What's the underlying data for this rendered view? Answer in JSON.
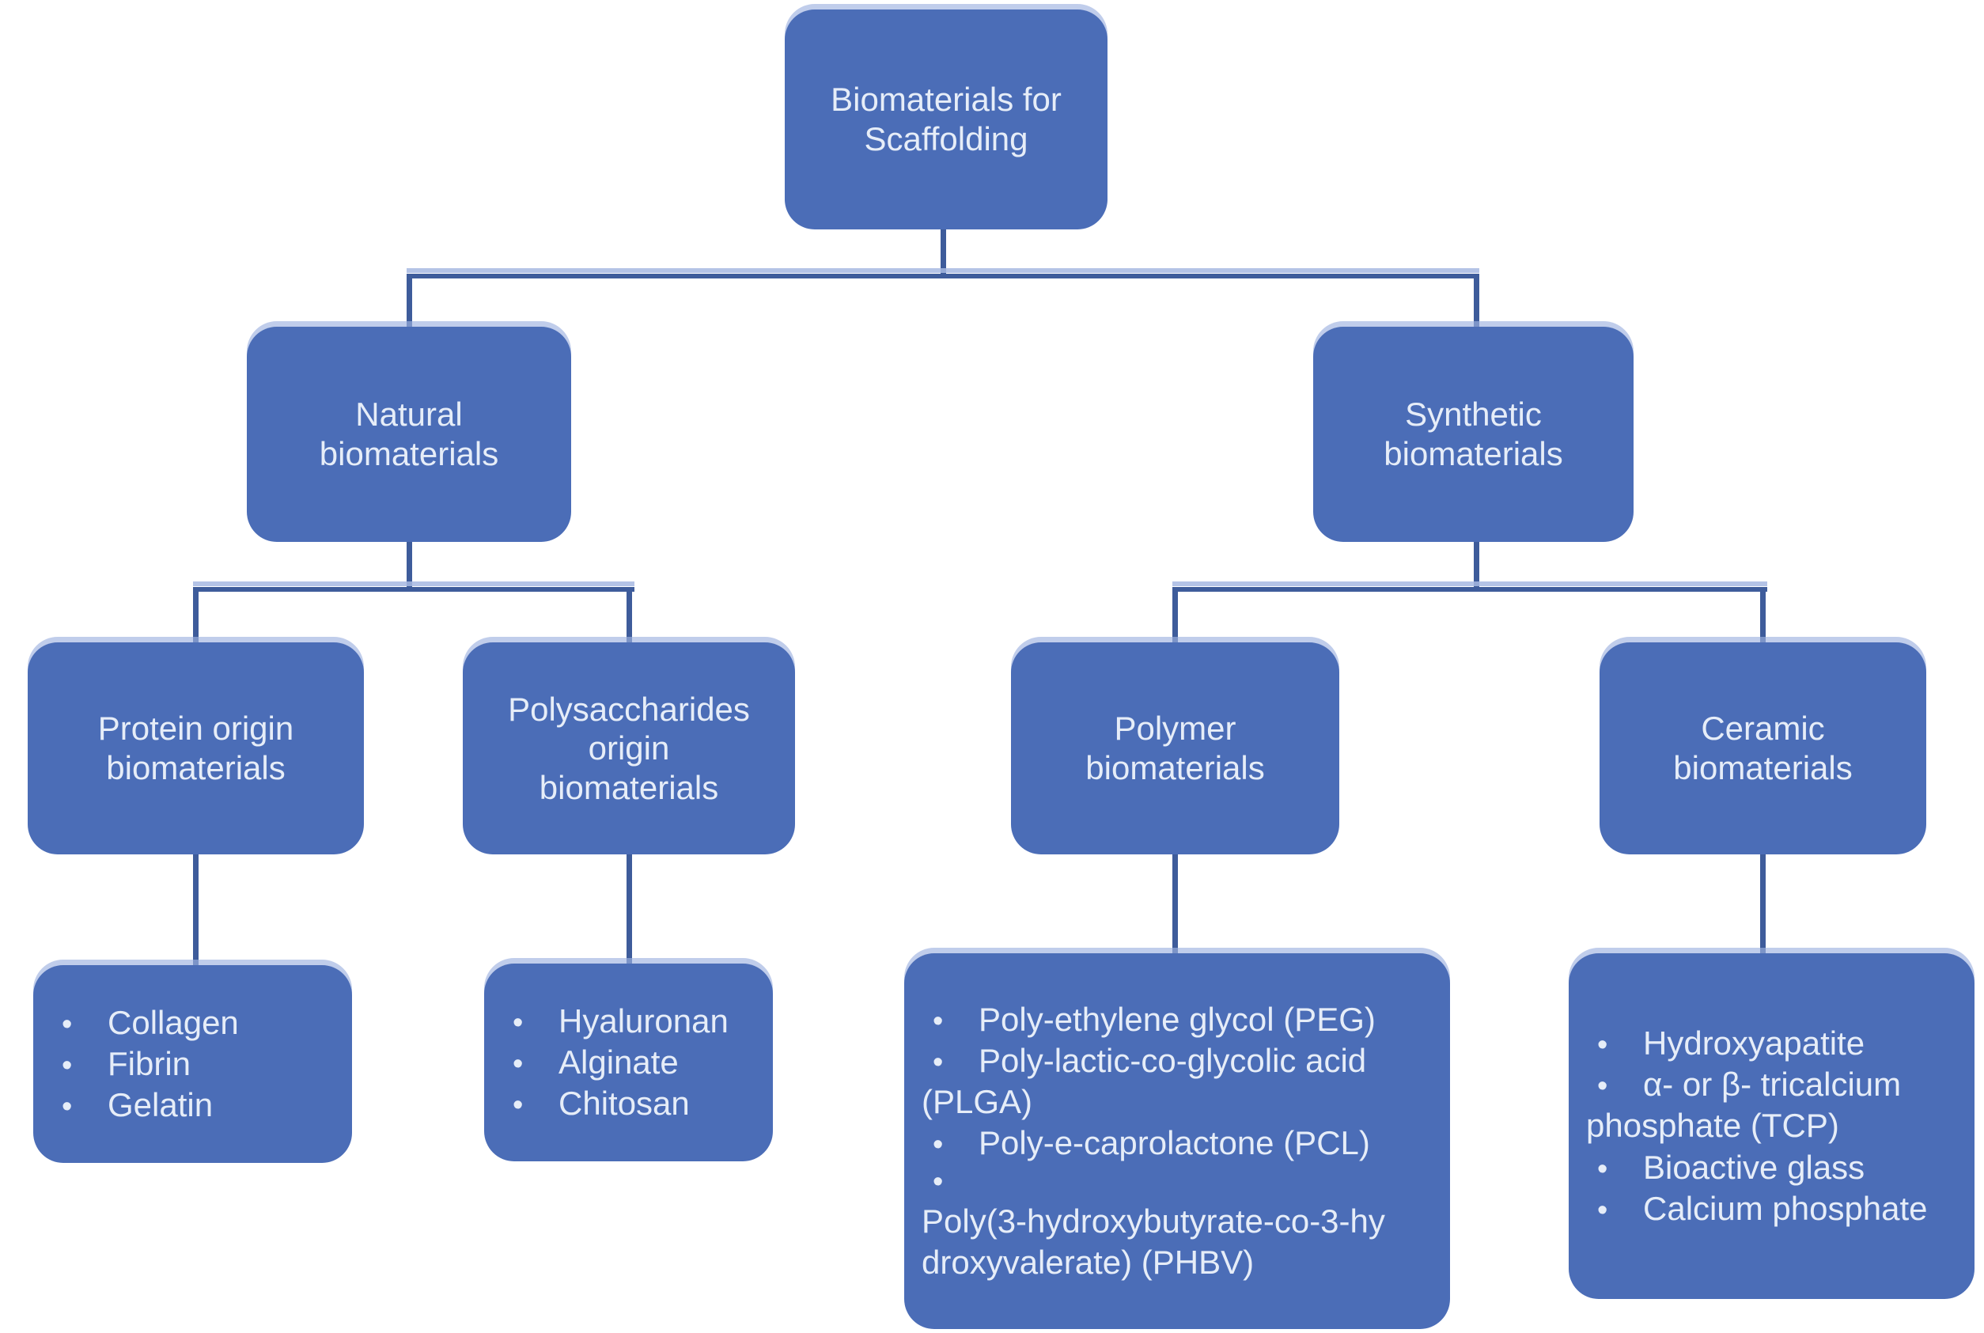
{
  "title": "Biomaterials for Scaffolding",
  "glyphs": {
    "bullet": "•"
  },
  "colors": {
    "box_fill": "#4B6DB7",
    "box_text": "#E6EDF8",
    "connector_line": "#3E5C9B",
    "connector_halo": "#A7B8E2",
    "background": "#FFFFFF"
  },
  "chart_type": "tree-diagram",
  "nodes": {
    "root": {
      "label": "Biomaterials for Scaffolding"
    },
    "natural": {
      "label": "Natural biomaterials"
    },
    "synthetic": {
      "label": "Synthetic biomaterials"
    },
    "protein": {
      "label": "Protein origin biomaterials"
    },
    "polysaccharides": {
      "label": "Polysaccharides origin biomaterials"
    },
    "polymer": {
      "label": "Polymer biomaterials"
    },
    "ceramic": {
      "label": "Ceramic biomaterials"
    }
  },
  "edges": [
    [
      "Biomaterials for Scaffolding",
      "Natural biomaterials"
    ],
    [
      "Biomaterials for Scaffolding",
      "Synthetic biomaterials"
    ],
    [
      "Natural biomaterials",
      "Protein origin biomaterials"
    ],
    [
      "Natural biomaterials",
      "Polysaccharides origin biomaterials"
    ],
    [
      "Synthetic biomaterials",
      "Polymer biomaterials"
    ],
    [
      "Synthetic biomaterials",
      "Ceramic biomaterials"
    ],
    [
      "Protein origin biomaterials",
      "Collagen; Fibrin; Gelatin"
    ],
    [
      "Polysaccharides origin biomaterials",
      "Hyaluronan; Alginate; Chitosan"
    ],
    [
      "Polymer biomaterials",
      "PEG; PLGA; PCL; PHBV"
    ],
    [
      "Ceramic biomaterials",
      "Hydroxyapatite; TCP; Bioactive glass; Calcium phosphate"
    ]
  ],
  "lists": {
    "protein": {
      "lines": [
        {
          "bullet": true,
          "text": "Collagen"
        },
        {
          "bullet": true,
          "text": "Fibrin"
        },
        {
          "bullet": true,
          "text": "Gelatin"
        }
      ]
    },
    "polysaccharides": {
      "lines": [
        {
          "bullet": true,
          "text": "Hyaluronan"
        },
        {
          "bullet": true,
          "text": "Alginate"
        },
        {
          "bullet": true,
          "text": "Chitosan"
        }
      ]
    },
    "polymer": {
      "lines": [
        {
          "bullet": true,
          "text": "Poly-ethylene glycol (PEG)"
        },
        {
          "bullet": true,
          "text": "Poly-lactic-co-glycolic acid"
        },
        {
          "bullet": false,
          "text": "(PLGA)"
        },
        {
          "bullet": true,
          "text": "Poly-e-caprolactone (PCL)"
        },
        {
          "bullet": true,
          "text": ""
        },
        {
          "bullet": false,
          "text": "Poly(3-hydroxybutyrate-co-3-hy"
        },
        {
          "bullet": false,
          "text": "droxyvalerate) (PHBV)"
        }
      ]
    },
    "ceramic": {
      "lines": [
        {
          "bullet": true,
          "text": "Hydroxyapatite"
        },
        {
          "bullet": true,
          "text": "α- or β- tricalcium"
        },
        {
          "bullet": false,
          "text": "phosphate (TCP)"
        },
        {
          "bullet": true,
          "text": "Bioactive glass"
        },
        {
          "bullet": true,
          "text": "Calcium phosphate"
        }
      ]
    }
  }
}
